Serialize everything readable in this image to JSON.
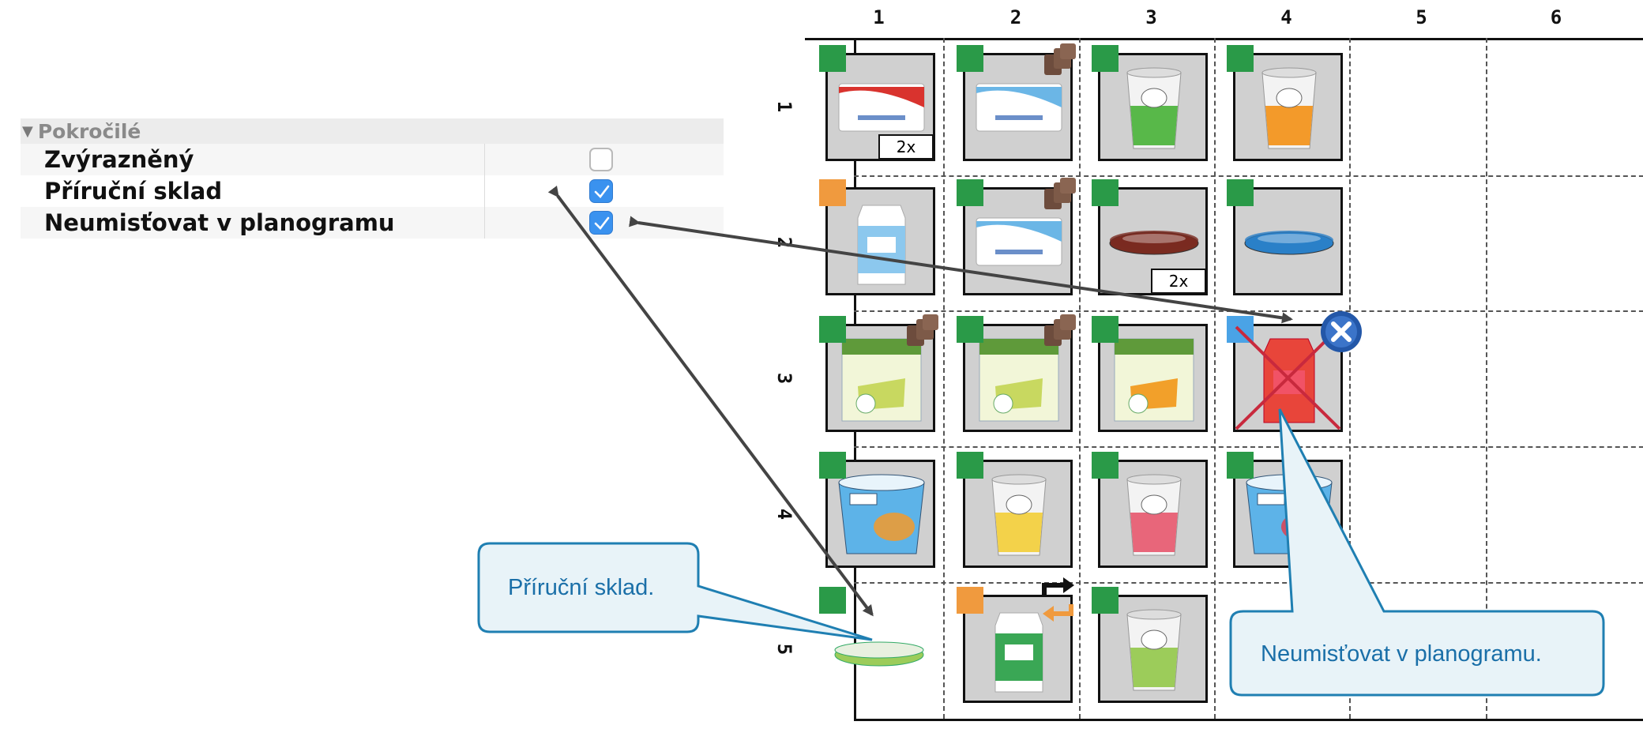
{
  "properties": {
    "section_title": "Pokročilé",
    "rows": [
      {
        "label": "Zvýrazněný",
        "checked": false
      },
      {
        "label": "Příruční sklad",
        "checked": true
      },
      {
        "label": "Neumisťovat v planogramu",
        "checked": true
      }
    ]
  },
  "planogram": {
    "columns": [
      "1",
      "2",
      "3",
      "4",
      "5",
      "6"
    ],
    "rows": [
      "1",
      "2",
      "3",
      "4",
      "5"
    ],
    "cells": [
      {
        "row": 1,
        "col": 1,
        "marker": "green",
        "product": "cream-box-red",
        "stack": false,
        "qty": "2x"
      },
      {
        "row": 1,
        "col": 2,
        "marker": "green",
        "product": "cream-box-blue",
        "stack": true
      },
      {
        "row": 1,
        "col": 3,
        "marker": "green",
        "product": "yogurt-cup-green"
      },
      {
        "row": 1,
        "col": 4,
        "marker": "green",
        "product": "yogurt-cup-orange"
      },
      {
        "row": 2,
        "col": 1,
        "marker": "orange",
        "product": "milk-carton-blue"
      },
      {
        "row": 2,
        "col": 2,
        "marker": "green",
        "product": "cream-box-blue",
        "stack": true
      },
      {
        "row": 2,
        "col": 3,
        "marker": "green",
        "product": "round-tin-brown",
        "qty": "2x"
      },
      {
        "row": 2,
        "col": 4,
        "marker": "green",
        "product": "round-tin-blue"
      },
      {
        "row": 3,
        "col": 1,
        "marker": "green",
        "product": "cheese-pack",
        "stack": true
      },
      {
        "row": 3,
        "col": 2,
        "marker": "green",
        "product": "cheese-pack",
        "stack": true
      },
      {
        "row": 3,
        "col": 3,
        "marker": "green",
        "product": "cheese-pack-orange"
      },
      {
        "row": 3,
        "col": 4,
        "marker": "blue",
        "product": "carton-red",
        "excluded": true
      },
      {
        "row": 4,
        "col": 1,
        "marker": "green",
        "product": "yogurt-tub-orange"
      },
      {
        "row": 4,
        "col": 2,
        "marker": "green",
        "product": "yogurt-cup-yellow"
      },
      {
        "row": 4,
        "col": 3,
        "marker": "green",
        "product": "yogurt-cup-red"
      },
      {
        "row": 4,
        "col": 4,
        "marker": "green",
        "product": "yogurt-tub-blue"
      },
      {
        "row": 5,
        "col": 1,
        "marker": "green",
        "product": "cheese-tin-green",
        "nobox": true
      },
      {
        "row": 5,
        "col": 2,
        "marker": "orange",
        "product": "milk-carton-green",
        "swap": true
      },
      {
        "row": 5,
        "col": 3,
        "marker": "green",
        "product": "yogurt-cup-green2"
      }
    ]
  },
  "callouts": {
    "store": "Příruční sklad.",
    "exclude": "Neumisťovat v planogramu."
  },
  "colors": {
    "marker_green": "#2a9a48",
    "marker_orange": "#f09a3e",
    "marker_blue": "#4aa3e6",
    "callout_fill": "#e8f3f8",
    "callout_stroke": "#1f7fb2",
    "checkbox_checked": "#3a92ef"
  }
}
